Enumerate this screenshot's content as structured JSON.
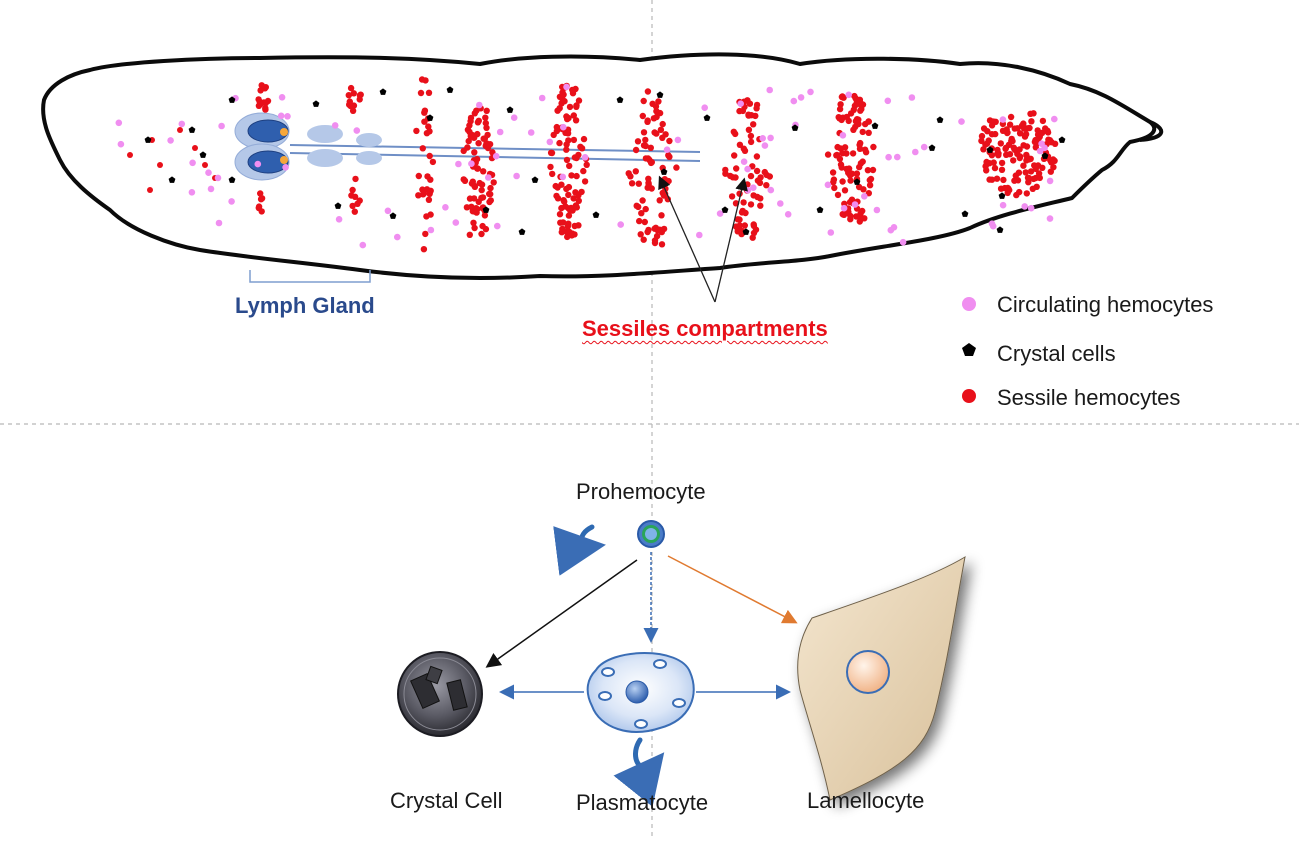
{
  "labels": {
    "lymph_gland": "Lymph Gland",
    "sessile_compartments": "Sessiles compartments"
  },
  "legend": [
    {
      "label": "Circulating hemocytes",
      "symbol": "pink-circle",
      "color": "#f08ef0"
    },
    {
      "label": "Crystal cells",
      "symbol": "black-pentagon",
      "color": "#000000"
    },
    {
      "label": "Sessile hemocytes",
      "symbol": "red-circle",
      "color": "#e8101a"
    }
  ],
  "lineage": {
    "prohemocyte": "Prohemocyte",
    "plasmatocyte": "Plasmatocyte",
    "crystal_cell": "Crystal Cell",
    "lamellocyte": "Lamellocyte"
  },
  "colors": {
    "sessile": "#e8101a",
    "circulating": "#f08ef0",
    "crystal": "#000000",
    "lymph_label": "#2a4a8c",
    "arrow_blue": "#3a6db5",
    "arrow_orange": "#e07a30"
  }
}
